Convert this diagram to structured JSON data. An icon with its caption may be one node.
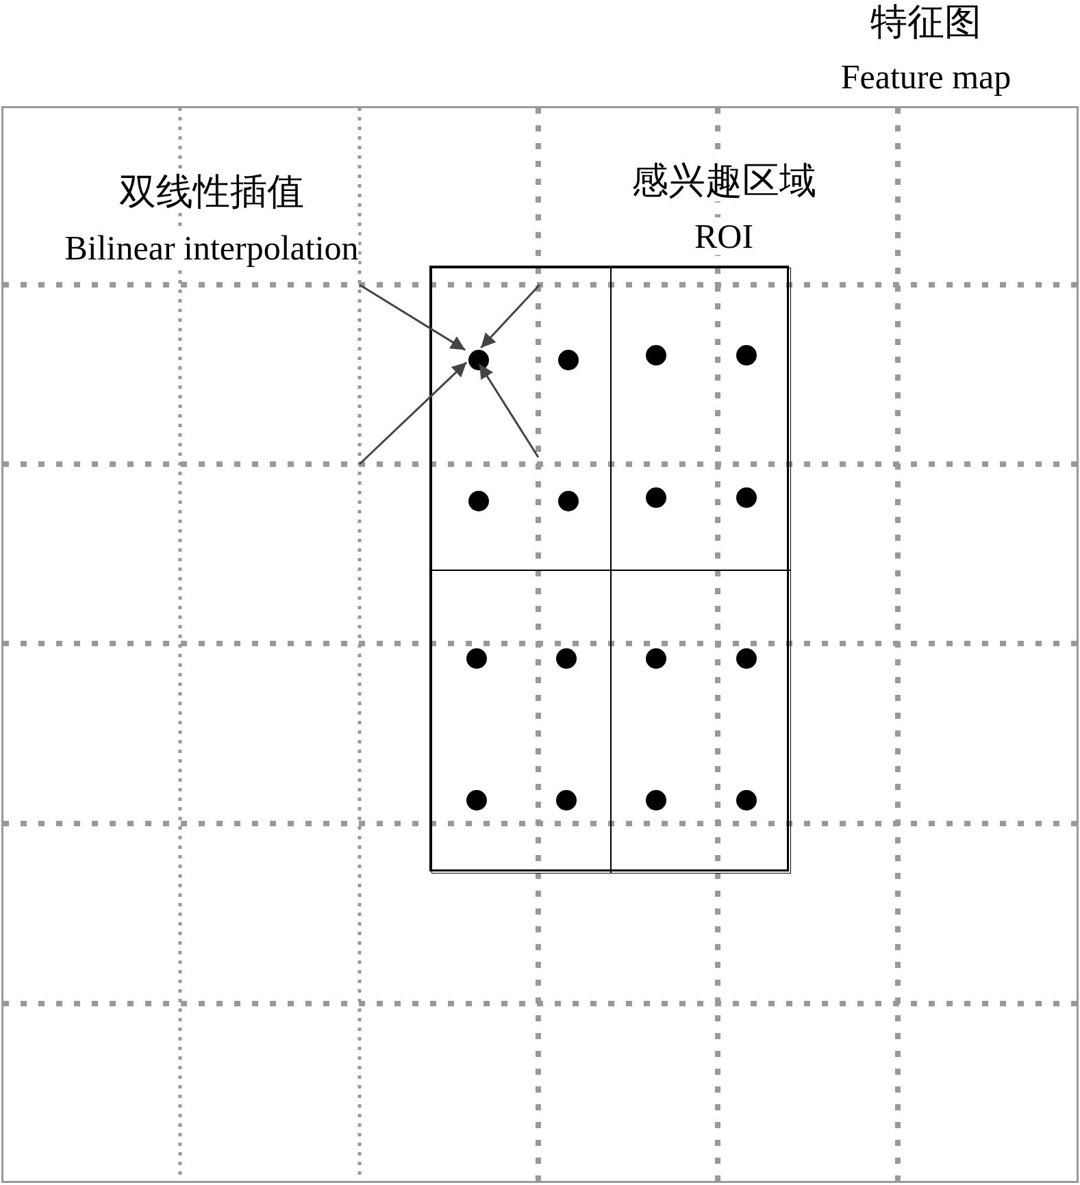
{
  "diagram": {
    "nodes": [
      {
        "text": [
          "特征图",
          "Feature map"
        ]
      },
      {
        "text": [
          "感兴趣区域",
          "ROI"
        ],
        "in": 0
      },
      {
        "text": [],
        "shape": "box",
        "in": 1
      },
      {
        "text": [],
        "shape": "box",
        "in": 1
      },
      {
        "text": [],
        "shape": "box",
        "in": 1
      },
      {
        "text": [],
        "shape": "box",
        "in": 1
      },
      {
        "text": [],
        "shape": "circle",
        "in": 2
      },
      {
        "text": [],
        "shape": "circle",
        "in": 2
      },
      {
        "text": [],
        "shape": "circle",
        "in": 2
      },
      {
        "text": [],
        "shape": "circle",
        "in": 2
      },
      {
        "text": [],
        "shape": "circle",
        "in": 3
      },
      {
        "text": [],
        "shape": "circle",
        "in": 3
      },
      {
        "text": [],
        "shape": "circle",
        "in": 3
      },
      {
        "text": [],
        "shape": "circle",
        "in": 3
      },
      {
        "text": [],
        "shape": "circle",
        "in": 4
      },
      {
        "text": [],
        "shape": "circle",
        "in": 4
      },
      {
        "text": [],
        "shape": "circle",
        "in": 4
      },
      {
        "text": [],
        "shape": "circle",
        "in": 4
      },
      {
        "text": [],
        "shape": "circle",
        "in": 5
      },
      {
        "text": [],
        "shape": "circle",
        "in": 5
      },
      {
        "text": [],
        "shape": "circle",
        "in": 5
      },
      {
        "text": [],
        "shape": "circle",
        "in": 5
      }
    ],
    "edges": [
      {
        "from": null,
        "to": 6,
        "arrow": "to"
      },
      {
        "from": null,
        "to": 6,
        "arrow": "to"
      },
      {
        "from": null,
        "to": 6,
        "arrow": "to"
      },
      {
        "from": null,
        "to": 6,
        "arrow": "to"
      }
    ],
    "labels": [
      "双线性插值",
      "Bilinear interpolation"
    ]
  }
}
